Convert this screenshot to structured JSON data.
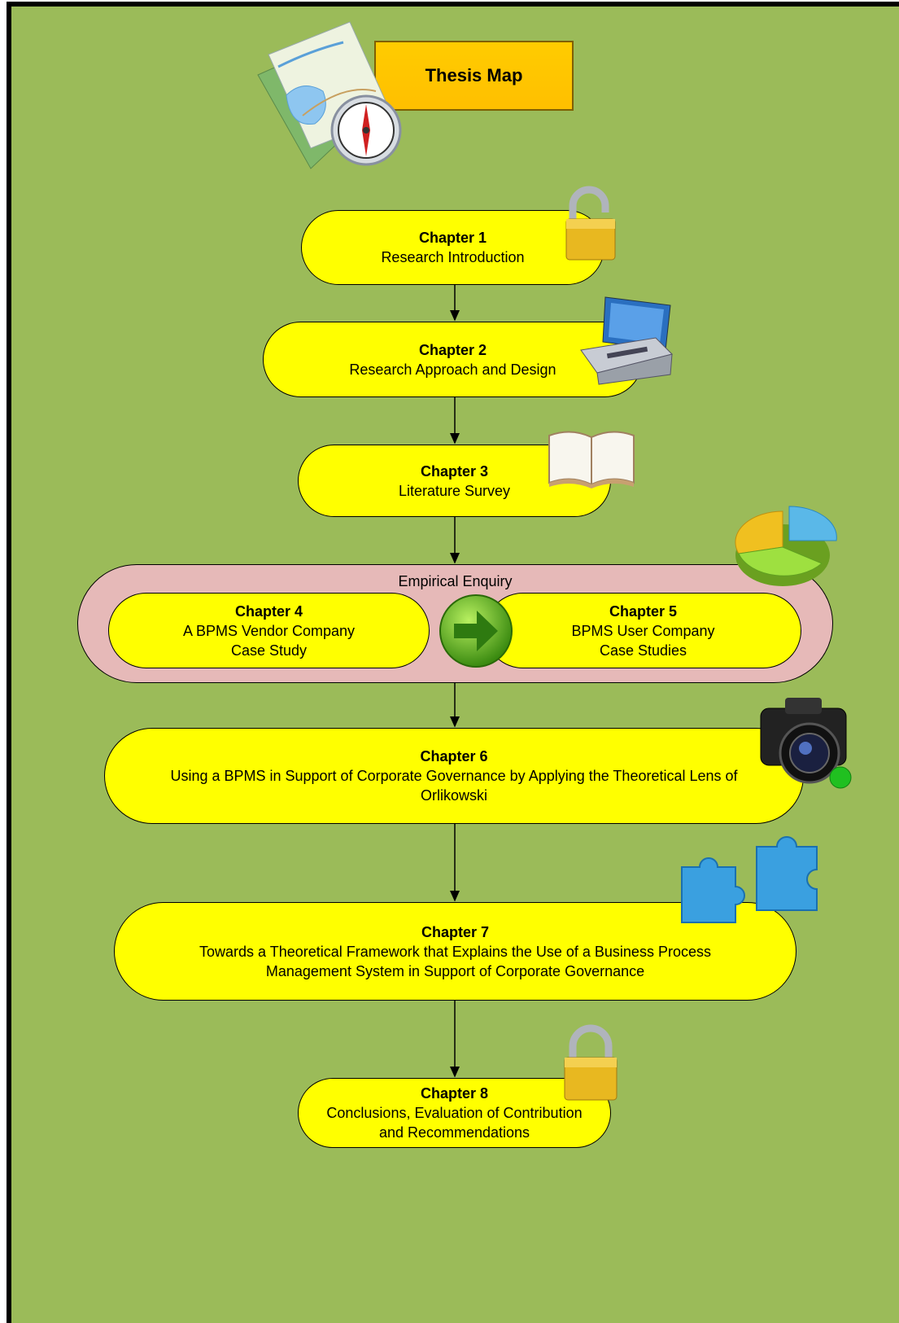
{
  "title": "Thesis Map",
  "group_label": "Empirical Enquiry",
  "chapters": [
    {
      "chapter": "Chapter 1",
      "text": "Research Introduction"
    },
    {
      "chapter": "Chapter 2",
      "text": "Research Approach and Design"
    },
    {
      "chapter": "Chapter 3",
      "text": "Literature Survey"
    },
    {
      "chapter": "Chapter 4",
      "text": "A BPMS Vendor Company",
      "text2": "Case Study"
    },
    {
      "chapter": "Chapter 5",
      "text": "BPMS User Company",
      "text2": "Case Studies"
    },
    {
      "chapter": "Chapter 6",
      "text": "Using a BPMS in Support of Corporate Governance by Applying the Theoretical Lens of",
      "text2": "Orlikowski"
    },
    {
      "chapter": "Chapter 7",
      "text": "Towards a Theoretical Framework that Explains the Use of a Business Process",
      "text2": "Management System in Support of Corporate Governance"
    },
    {
      "chapter": "Chapter 8",
      "text": "Conclusions, Evaluation of Contribution",
      "text2": "and Recommendations"
    }
  ],
  "colors": {
    "background": "#9bbb59",
    "node": "#ffff00",
    "group": "#e6b9b8",
    "title_box": "#ffc000"
  },
  "icons": [
    "map-compass-icon",
    "unlocked-padlock-icon",
    "toolbox-icon",
    "open-book-icon",
    "pie-chart-icon",
    "green-arrow-icon",
    "camera-icon",
    "puzzle-pieces-icon",
    "locked-padlock-icon"
  ]
}
